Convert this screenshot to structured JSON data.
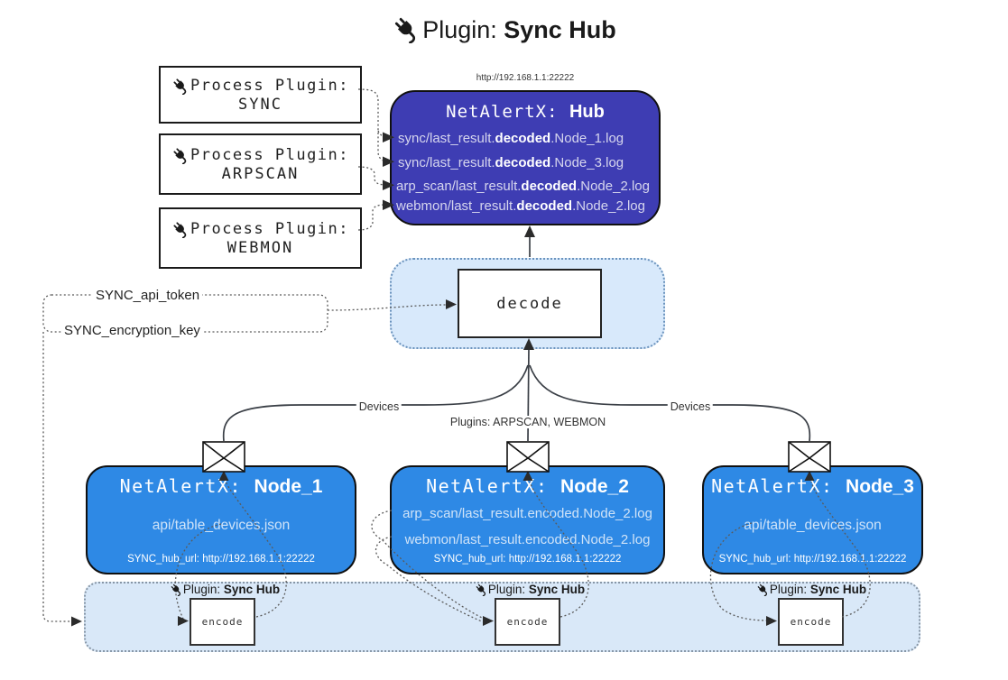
{
  "title": {
    "label": "Plugin: ",
    "bold": "Sync Hub"
  },
  "process_plugins": [
    {
      "label": "Process Plugin:",
      "name": "SYNC"
    },
    {
      "label": "Process Plugin:",
      "name": "ARPSCAN"
    },
    {
      "label": "Process Plugin:",
      "name": "WEBMON"
    }
  ],
  "hub": {
    "url": "http://192.168.1.1:22222",
    "name_prefix": "NetAlertX: ",
    "name_bold": "Hub",
    "lines": [
      {
        "pre": "sync/last_result.",
        "bold": "decoded",
        "post": ".Node_1.log"
      },
      {
        "pre": "sync/last_result.",
        "bold": "decoded",
        "post": ".Node_3.log"
      },
      {
        "pre": "arp_scan/last_result.",
        "bold": "decoded",
        "post": ".Node_2.log"
      },
      {
        "pre": "webmon/last_result.",
        "bold": "decoded",
        "post": ".Node_2.log"
      }
    ]
  },
  "decode_box": {
    "label": "decode"
  },
  "settings": {
    "api_token": "SYNC_api_token",
    "encryption_key": "SYNC_encryption_key"
  },
  "edge_labels": {
    "devices_left": "Devices",
    "plugins_middle": "Plugins: ARPSCAN, WEBMON",
    "devices_right": "Devices"
  },
  "nodes": [
    {
      "name_prefix": "NetAlertX: ",
      "name_bold": "Node_1",
      "files": [
        "api/table_devices.json"
      ],
      "hub_url": "SYNC_hub_url: http://192.168.1.1:22222"
    },
    {
      "name_prefix": "NetAlertX: ",
      "name_bold": "Node_2",
      "files": [
        "arp_scan/last_result.encoded.Node_2.log",
        "webmon/last_result.encoded.Node_2.log"
      ],
      "hub_url": "SYNC_hub_url: http://192.168.1.1:22222"
    },
    {
      "name_prefix": "NetAlertX: ",
      "name_bold": "Node_3",
      "files": [
        "api/table_devices.json"
      ],
      "hub_url": "SYNC_hub_url: http://192.168.1.1:22222"
    }
  ],
  "encode_sections": [
    {
      "label": "Plugin: ",
      "bold": "Sync Hub",
      "box": "encode"
    },
    {
      "label": "Plugin: ",
      "bold": "Sync Hub",
      "box": "encode"
    },
    {
      "label": "Plugin: ",
      "bold": "Sync Hub",
      "box": "encode"
    }
  ],
  "colors": {
    "hub_bg": "#3e3db3",
    "node_bg": "#2e89e5",
    "decode_panel_bg": "#d8e9fb",
    "encode_panel_bg": "#d9e8f8",
    "node_file_text": "#cfe3f8",
    "hub_line_text": "#d6d6ee"
  }
}
